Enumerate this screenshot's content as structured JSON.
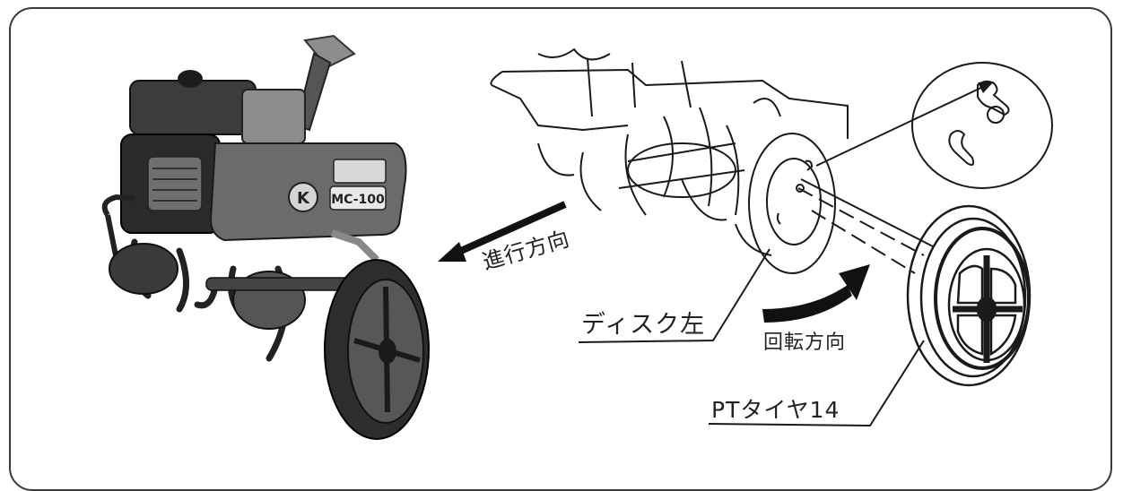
{
  "labels": {
    "travel_direction": "進行方向",
    "disc_left": "ディスク左",
    "rotation_direction": "回転方向",
    "tire": "PTタイヤ14"
  },
  "machine": {
    "brand_badge": "K",
    "model_plate": "MC-100"
  },
  "colors": {
    "line": "#1a1a1a",
    "machine_dark": "#2f2f2f",
    "machine_body": "#6a6a6a",
    "background": "#ffffff"
  }
}
